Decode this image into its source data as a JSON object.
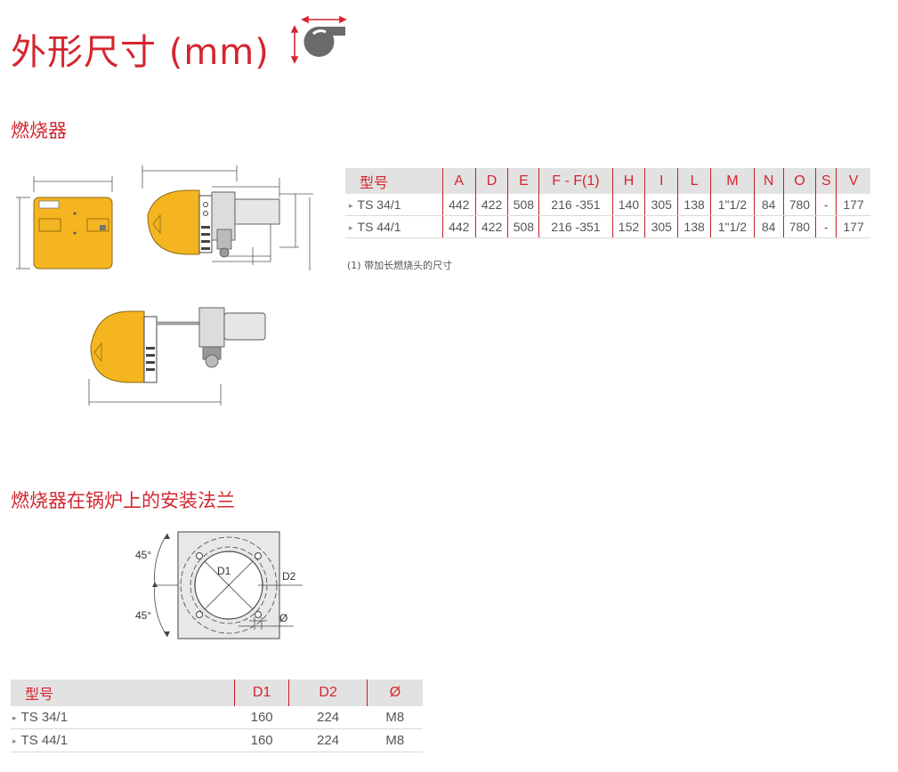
{
  "page": {
    "title": "外形尺寸 (mm)",
    "section_burner": "燃烧器",
    "section_flange": "燃烧器在锅炉上的安装法兰",
    "note": "(1) 带加长燃烧头的尺寸"
  },
  "colors": {
    "accent": "#d4262f",
    "burner_yellow": "#f4b521",
    "header_gray": "#e2e2e2"
  },
  "dimensions_table": {
    "headers": [
      "型号",
      "A",
      "D",
      "E",
      "F - F(1)",
      "H",
      "I",
      "L",
      "M",
      "N",
      "O",
      "S",
      "V"
    ],
    "rows": [
      [
        "TS 34/1",
        "442",
        "422",
        "508",
        "216 -351",
        "140",
        "305",
        "138",
        "1\"1/2",
        "84",
        "780",
        "-",
        "177"
      ],
      [
        "TS 44/1",
        "442",
        "422",
        "508",
        "216 -351",
        "152",
        "305",
        "138",
        "1\"1/2",
        "84",
        "780",
        "-",
        "177"
      ]
    ]
  },
  "flange_table": {
    "headers": [
      "型号",
      "D1",
      "D2",
      "Ø"
    ],
    "rows": [
      [
        "TS 34/1",
        "160",
        "224",
        "M8"
      ],
      [
        "TS 44/1",
        "160",
        "224",
        "M8"
      ]
    ]
  },
  "flange_drawing": {
    "angle_top": "45°",
    "angle_bottom": "45°",
    "label_d1": "D1",
    "label_d2": "D2",
    "label_hole": "Ø"
  }
}
